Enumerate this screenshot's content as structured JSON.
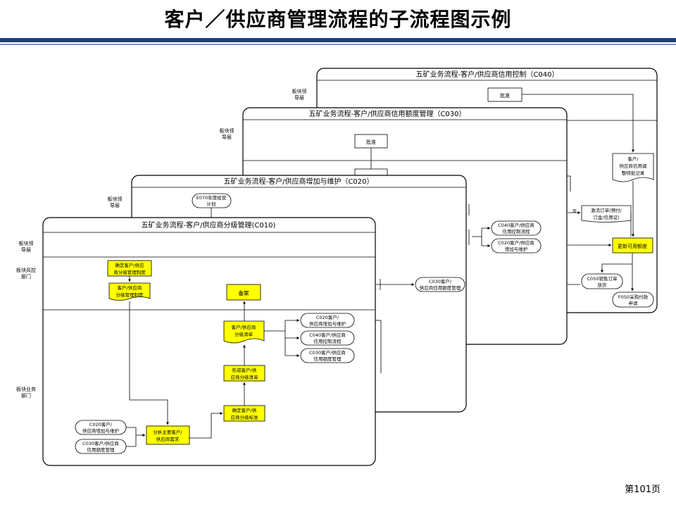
{
  "page": {
    "title": "客户／供应商管理流程的子流程图示例",
    "page_number": "第101页"
  },
  "colors": {
    "rule": "#1f3c8f",
    "highlight": "#ffff00",
    "line": "#000000"
  },
  "panels": {
    "c040": {
      "title": "五矿业务流程-客户/供应商信用控制（C040）",
      "lane_label": [
        "板块领",
        "导层"
      ],
      "approve": "批准",
      "adjust_record": [
        "客户/",
        "供应商信用调",
        "整特批记录"
      ],
      "activate_order": [
        "激活订单(预付/",
        "订金/信用证)"
      ],
      "update_amount": "更新可用额度",
      "c050": [
        "C050销售订单",
        "放货"
      ],
      "f050": [
        "F050采购付款",
        "申请"
      ]
    },
    "c030": {
      "title": "五矿业务流程-客户/供应商信用额度管理（C030）",
      "lane_label": [
        "板块领",
        "导层"
      ],
      "approve": "批准",
      "ref_c040": [
        "C040客户/供应商",
        "信用控制流程"
      ],
      "ref_c020": [
        "C020客户/供应商",
        "增加与维护"
      ]
    },
    "c020": {
      "title": "五矿业务流程-客户/供应商增加与维护（C020）",
      "lane_label": [
        "板块领",
        "导层"
      ],
      "e070": [
        "E070年度经营",
        "计划"
      ],
      "ref_c030": [
        "C030客户/",
        "供应商信用额度管理"
      ]
    },
    "c010": {
      "title": "五矿业务流程-客户/供应商分级管理(C010)",
      "lanes": [
        [
          "板块领",
          "导层"
        ],
        [
          "板块风控",
          "部门"
        ],
        [
          "板块业务",
          "部门"
        ]
      ],
      "define_rules": [
        "确定客户/供应",
        "商分级管理制度"
      ],
      "rules_doc": [
        "客户/供应商",
        "分级管理制度"
      ],
      "backup": "备案",
      "list_doc": [
        "客户/供应商",
        "分级清单"
      ],
      "ref_c020": [
        "C020客户/",
        "供应商增加与维护"
      ],
      "ref_c040": [
        "C040客户/供应商",
        "信用控制流程"
      ],
      "ref_c030": [
        "C030客户/供应商",
        "信用额度管理"
      ],
      "form_list": [
        "形成客户/供",
        "应商分级清单"
      ],
      "determine_std": [
        "确定客户/供",
        "应商分级标准"
      ],
      "analyze": [
        "分析主要客户/",
        "供应商需求"
      ],
      "in_c020": [
        "C020客户/",
        "供应商增加与维护"
      ],
      "in_c030": [
        "C030客户/供应商",
        "信用额度管理"
      ]
    }
  }
}
